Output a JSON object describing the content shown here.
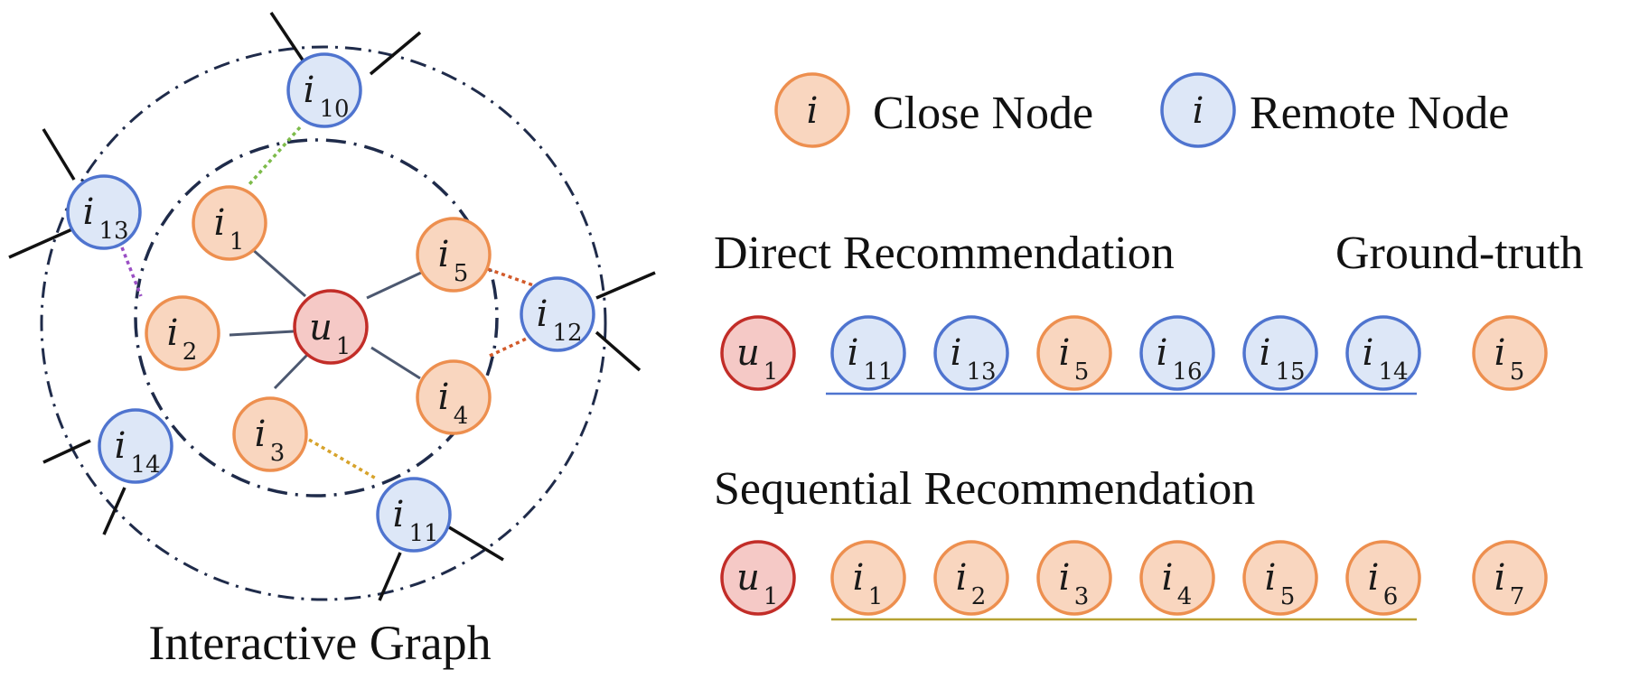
{
  "colors": {
    "close_fill": "#f9d6bf",
    "close_stroke": "#ed8f4f",
    "remote_fill": "#dde7f7",
    "remote_stroke": "#4f74cf",
    "user_fill": "#f5c9c6",
    "user_stroke": "#c22d28",
    "ring": "#1f2b4a",
    "edge": "#4c5870",
    "direct_underline": "#4f74cf",
    "sequential_underline": "#b5a232"
  },
  "legend": {
    "close_symbol": "i",
    "close_label": "Close Node",
    "remote_symbol": "i",
    "remote_label": "Remote Node"
  },
  "graph": {
    "title": "Interactive Graph",
    "user": {
      "base": "u",
      "sub": "1"
    },
    "close_nodes": [
      {
        "base": "i",
        "sub": "1"
      },
      {
        "base": "i",
        "sub": "2"
      },
      {
        "base": "i",
        "sub": "3"
      },
      {
        "base": "i",
        "sub": "4"
      },
      {
        "base": "i",
        "sub": "5"
      }
    ],
    "remote_nodes": [
      {
        "base": "i",
        "sub": "10"
      },
      {
        "base": "i",
        "sub": "13"
      },
      {
        "base": "i",
        "sub": "14"
      },
      {
        "base": "i",
        "sub": "11"
      },
      {
        "base": "i",
        "sub": "12"
      }
    ]
  },
  "direct": {
    "title": "Direct Recommendation",
    "ground_truth_title": "Ground-truth",
    "user": {
      "base": "u",
      "sub": "1"
    },
    "items": [
      {
        "base": "i",
        "sub": "11",
        "kind": "remote"
      },
      {
        "base": "i",
        "sub": "13",
        "kind": "remote"
      },
      {
        "base": "i",
        "sub": "5",
        "kind": "close"
      },
      {
        "base": "i",
        "sub": "16",
        "kind": "remote"
      },
      {
        "base": "i",
        "sub": "15",
        "kind": "remote"
      },
      {
        "base": "i",
        "sub": "14",
        "kind": "remote"
      }
    ],
    "ground_truth": {
      "base": "i",
      "sub": "5",
      "kind": "close"
    }
  },
  "sequential": {
    "title": "Sequential Recommendation",
    "user": {
      "base": "u",
      "sub": "1"
    },
    "items": [
      {
        "base": "i",
        "sub": "1",
        "kind": "close"
      },
      {
        "base": "i",
        "sub": "2",
        "kind": "close"
      },
      {
        "base": "i",
        "sub": "3",
        "kind": "close"
      },
      {
        "base": "i",
        "sub": "4",
        "kind": "close"
      },
      {
        "base": "i",
        "sub": "5",
        "kind": "close"
      },
      {
        "base": "i",
        "sub": "6",
        "kind": "close"
      }
    ],
    "ground_truth": {
      "base": "i",
      "sub": "7",
      "kind": "close"
    }
  }
}
